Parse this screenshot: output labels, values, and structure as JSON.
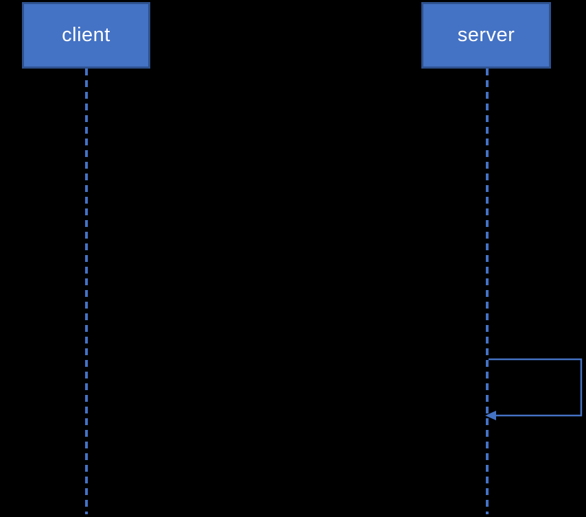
{
  "diagram": {
    "type": "sequence-diagram",
    "background": "#000000",
    "actors": [
      {
        "id": "client",
        "label": "client"
      },
      {
        "id": "server",
        "label": "server"
      }
    ],
    "messages": [
      {
        "type": "self-message",
        "actor": "server"
      }
    ],
    "colors": {
      "background": "#000000",
      "actor_fill": "#4472C4",
      "actor_border": "#2F528F",
      "actor_text": "#FFFFFF",
      "lifeline": "#4472C4",
      "message_line": "#4472C4"
    }
  }
}
